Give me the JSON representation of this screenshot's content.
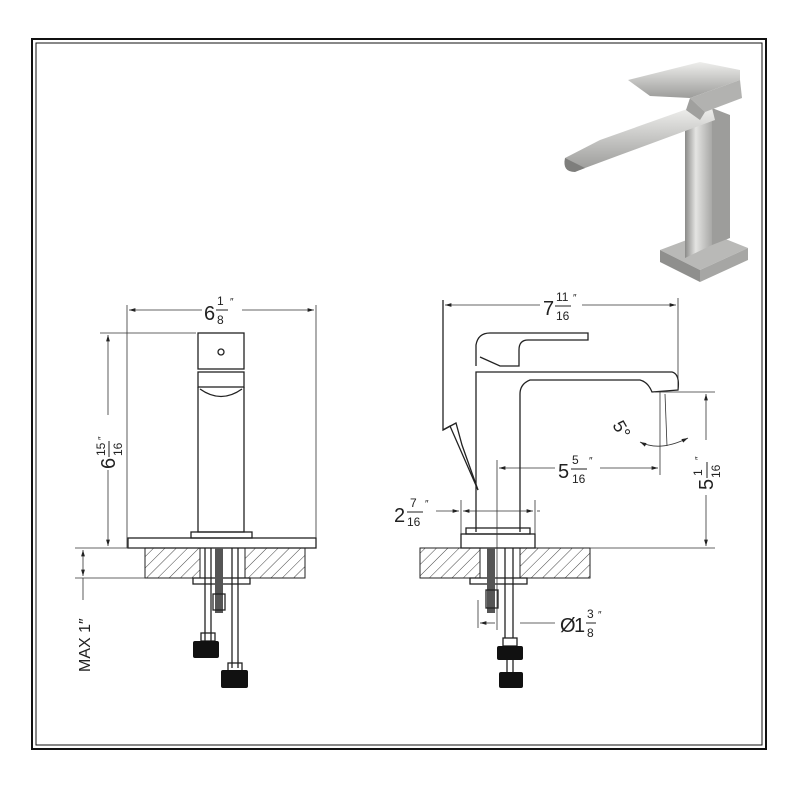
{
  "dimensions": {
    "front_width": {
      "whole": "6",
      "num": "1",
      "den": "8",
      "unit": "″"
    },
    "front_height": {
      "whole": "6",
      "num": "15",
      "den": "16",
      "unit": "″"
    },
    "max_deck": "MAX 1″",
    "side_length": {
      "whole": "7",
      "num": "11",
      "den": "16",
      "unit": "″"
    },
    "spout_angle": "5°",
    "spout_reach": {
      "whole": "5",
      "num": "5",
      "den": "16",
      "unit": "″"
    },
    "spout_height": {
      "whole": "5",
      "num": "1",
      "den": "16",
      "unit": "″"
    },
    "base_width": {
      "whole": "2",
      "num": "7",
      "den": "16",
      "unit": "″"
    },
    "hole_diameter": {
      "prefix": "Ø",
      "whole": "1",
      "num": "3",
      "den": "8",
      "unit": "″"
    }
  },
  "colors": {
    "line": "#222222",
    "product_finish": "#c9c9c6"
  }
}
